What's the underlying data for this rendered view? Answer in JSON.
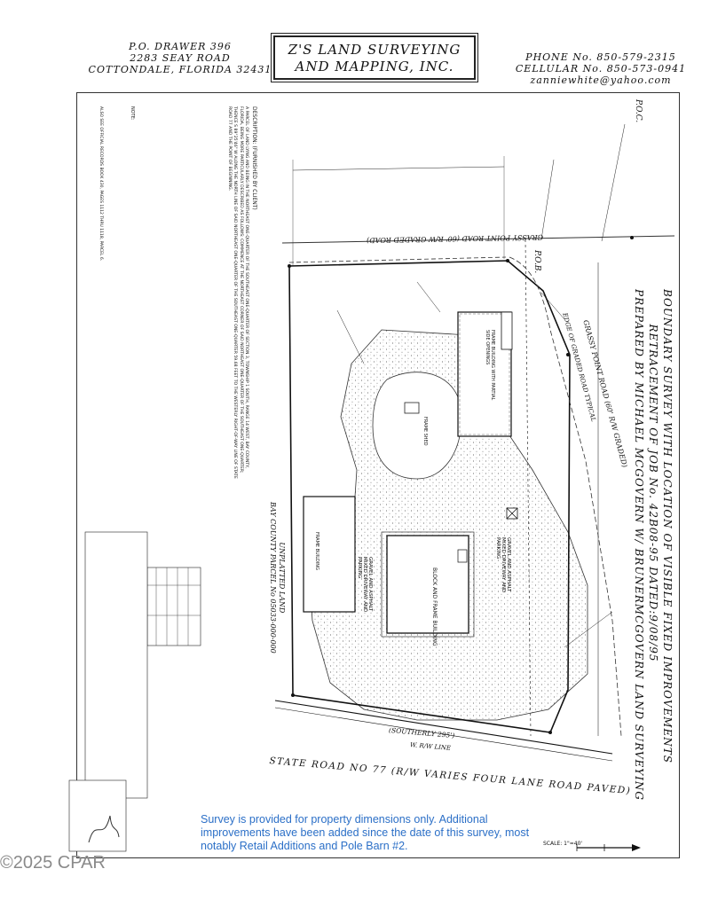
{
  "header": {
    "address_lines": [
      "P.O. DRAWER 396",
      "2283 SEAY ROAD",
      "COTTONDALE, FLORIDA 32431"
    ],
    "company_lines": [
      "Z'S LAND SURVEYING",
      "AND MAPPING, INC."
    ],
    "contact_lines": [
      "PHONE No. 850-579-2315",
      "CELLULAR No. 850-573-0941",
      "zanniewhite@yahoo.com"
    ]
  },
  "survey": {
    "title_lines": [
      "BOUNDARY SURVEY WITH LOCATION OF VISIBLE FIXED IMPROVEMENTS",
      "RETRACEMENT OF JOB No. 42B08-95 DATED:9/08/95",
      "PREPARED BY MICHAEL MCGOVERN W/ BRUNERMCGOVERN LAND SURVEYING"
    ],
    "road_top": "GRASSY POINT ROAD (60' R/W GRADED ROAD)",
    "road_right": "GRASSY POINT ROAD (60' R/W GRADED)",
    "road_edge": "EDGE OF GRADED ROAD TYPICAL",
    "pob": "P.O.B.",
    "poc": "P.O.C.",
    "state_road": "STATE ROAD NO 77 (R/W VARIES FOUR LANE ROAD PAVED)",
    "south_label": "(SOUTHERLY 295')",
    "rw_line": "W. R/W LINE",
    "parcel_lines": [
      "UNPLATTED LAND",
      "BAY COUNTY PARCEL No 05033-000-000"
    ],
    "buildings": [
      "FRAME BUILDING WITH PARTIAL SIDE OPENINGS",
      "FRAME BUILDING",
      "BLOCK AND FRAME BUILDING",
      "FRAME SHED"
    ],
    "paving_labels": [
      "GRAVEL AND ASPHALT MIXED DRIVEWAY AND PARKING",
      "GRAVEL AND ASPHALT MIXED DRIVEWAY AND PARKING"
    ],
    "description_heading": "DESCRIPTION: (FURNISHED BY CLIENT)",
    "description": "A PARCEL OF LAND LYING AND BEING IN THE NORTHEAST ONE-QUARTER OF THE SOUTHEAST ONE-QUARTER OF SECTION 3, TOWNSHIP 1 SOUTH, RANGE 14 WEST, BAY COUNTY, FLORIDA, BEING MORE PARTICULARLY DESCRIBED AS FOLLOWS: COMMENCE AT THE NORTHEAST CORNER OF SAID NORTHEAST ONE-QUARTER OF THE SOUTHEAST ONE-QUARTER; THENCE S 89°25'46\" W ALONG THE NORTH LINE OF SAID NORTHEAST ONE-QUARTER OF THE SOUTHEAST ONE-QUARTER 59.68 FEET TO THE WESTERLY RIGHT-OF-WAY LINE OF STATE ROAD 77 AND THE POINT OF BEGINNING.",
    "notes_heading": "NOTE:",
    "deed_ref": "ALSO SEE OFFICIAL RECORDS BOOK 430, PAGES 1112 THRU 1118, PARCEL 6.",
    "scale": "SCALE: 1\"=40'"
  },
  "notice": "Survey is provided for property dimensions only. Additional improvements have been added since the date of this survey, most notably Retail Additions and Pole Barn #2.",
  "watermark": "©2025 CPAR"
}
